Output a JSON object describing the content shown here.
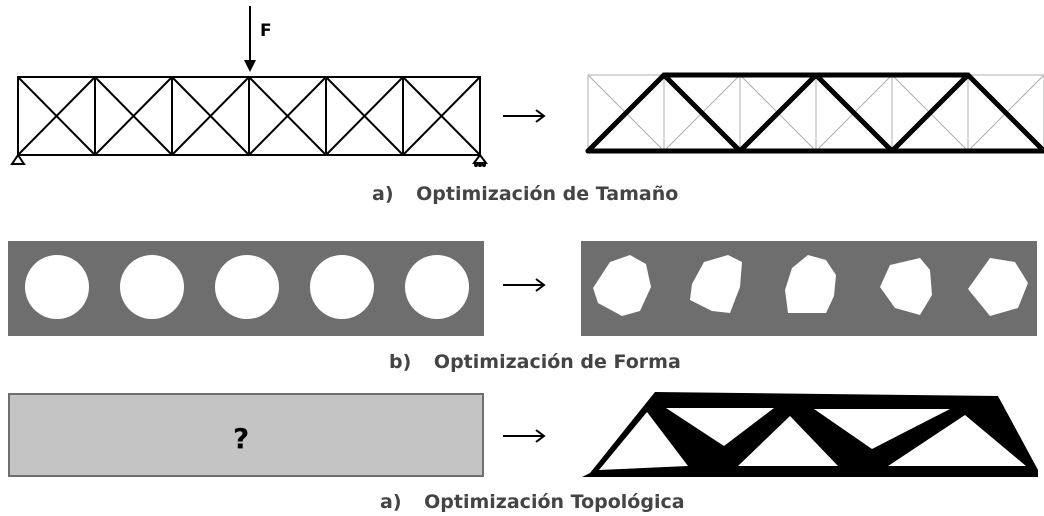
{
  "panels": [
    {
      "letter": "a)",
      "caption": "Optimización de Tamaño"
    },
    {
      "letter": "b)",
      "caption": "Optimización de Forma"
    },
    {
      "letter": "a)",
      "caption": "Optimización Topológica"
    }
  ],
  "truss": {
    "force_label": "F",
    "bays": 6
  },
  "topology": {
    "unknown_symbol": "?"
  },
  "colors": {
    "stroke": "#000000",
    "plate_gray": "#6e6e6e",
    "unknown_fill": "#c4c4c4",
    "caption": "#444444",
    "thin_member": "#b0b0b0"
  }
}
